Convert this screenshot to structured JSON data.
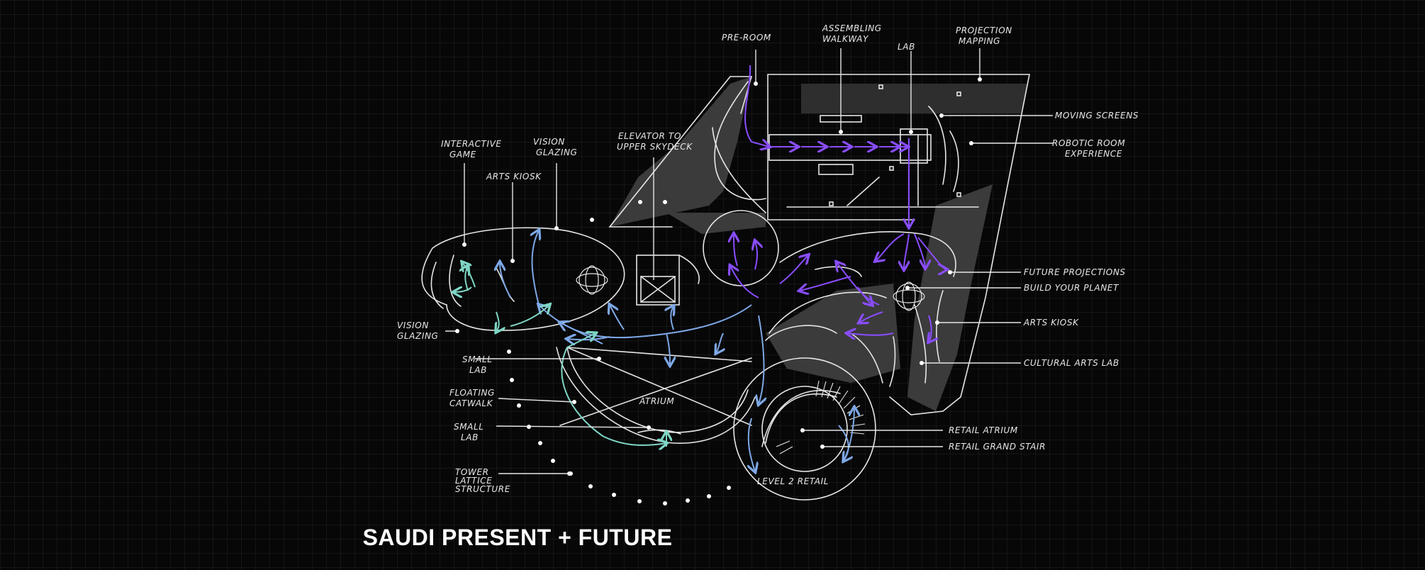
{
  "title": "SAUDI PRESENT + FUTURE",
  "colors": {
    "background": "#070707",
    "linework": "#e6e6e6",
    "fill": "#3a3a3a",
    "arrow_purple": "#8a4dff",
    "arrow_blue": "#7ea8e6",
    "arrow_teal": "#7fd6c6"
  },
  "labels": {
    "pre_room": "PRE-ROOM",
    "assembling_walkway": [
      "ASSEMBLING",
      "WALKWAY"
    ],
    "lab": "LAB",
    "projection_mapping": [
      "PROJECTION",
      "MAPPING"
    ],
    "moving_screens": "MOVING SCREENS",
    "robotic_room": [
      "ROBOTIC ROOM",
      "EXPERIENCE"
    ],
    "interactive_game": [
      "INTERACTIVE",
      "GAME"
    ],
    "vision_glazing_top": [
      "VISION",
      "GLAZING"
    ],
    "elevator": [
      "ELEVATOR TO",
      "UPPER SKYDECK"
    ],
    "arts_kiosk_left": "ARTS KIOSK",
    "vision_glazing_left": [
      "VISION",
      "GLAZING"
    ],
    "small_lab_1": [
      "SMALL",
      "LAB"
    ],
    "floating_catwalk": [
      "FLOATING",
      "CATWALK"
    ],
    "small_lab_2": [
      "SMALL",
      "LAB"
    ],
    "tower_lattice": [
      "TOWER",
      "LATTICE",
      "STRUCTURE"
    ],
    "atrium": "ATRIUM",
    "level2_retail": "LEVEL 2 RETAIL",
    "future_projections": "FUTURE PROJECTIONS",
    "build_your_planet": "BUILD YOUR PLANET",
    "arts_kiosk_right": "ARTS KIOSK",
    "cultural_arts_lab": "CULTURAL ARTS LAB",
    "retail_atrium": "RETAIL ATRIUM",
    "retail_grand_stair": "RETAIL GRAND STAIR"
  }
}
